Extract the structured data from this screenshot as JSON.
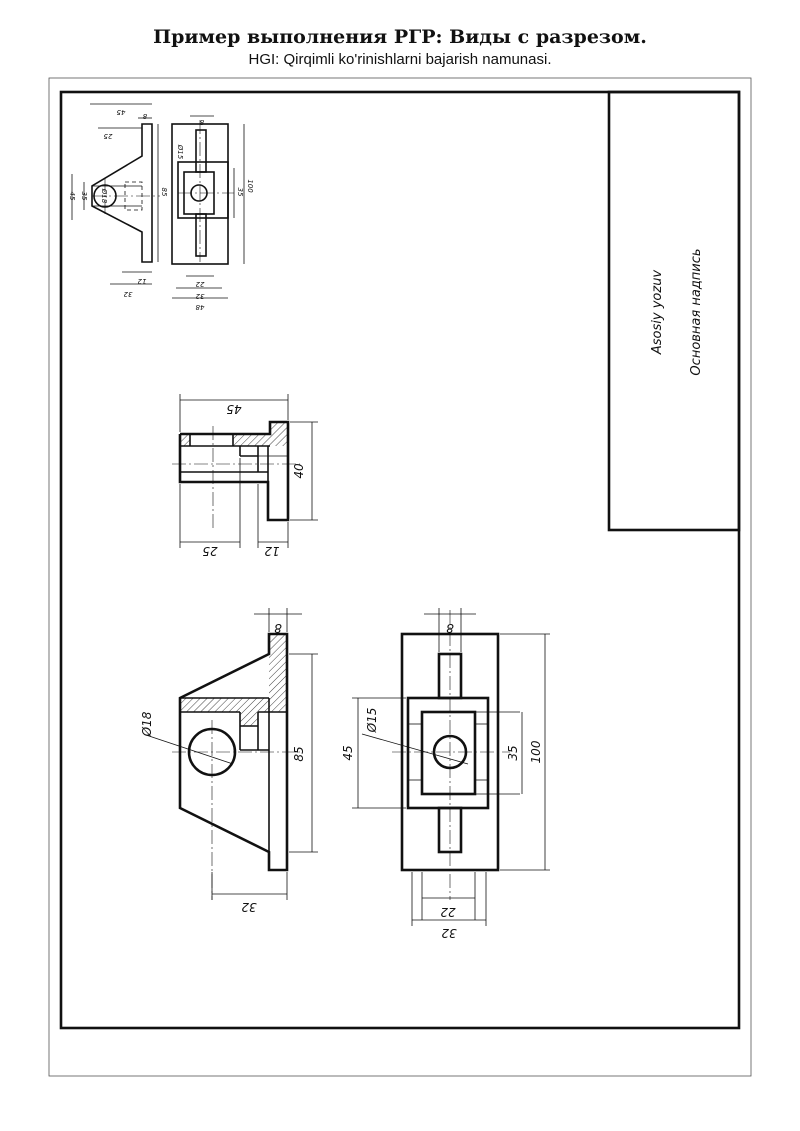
{
  "header": {
    "title": "Пример выполнения РГР: Виды с разрезом.",
    "subtitle": "HGI: Qirqimli ko'rinishlarni bajarish namunasi."
  },
  "title_block": {
    "line1": "Asosiy yozuv",
    "line2": "Основная надпись"
  },
  "dimensions": {
    "w45": "45",
    "w25": "25",
    "w12": "12",
    "h40": "40",
    "d8": "8",
    "h85": "85",
    "d18": "Ø18",
    "w32": "32",
    "d15": "Ø15",
    "h45": "45",
    "h35": "35",
    "h100": "100",
    "w22": "22",
    "w48": "48"
  },
  "colors": {
    "ink": "#111111",
    "paper": "#ffffff"
  }
}
